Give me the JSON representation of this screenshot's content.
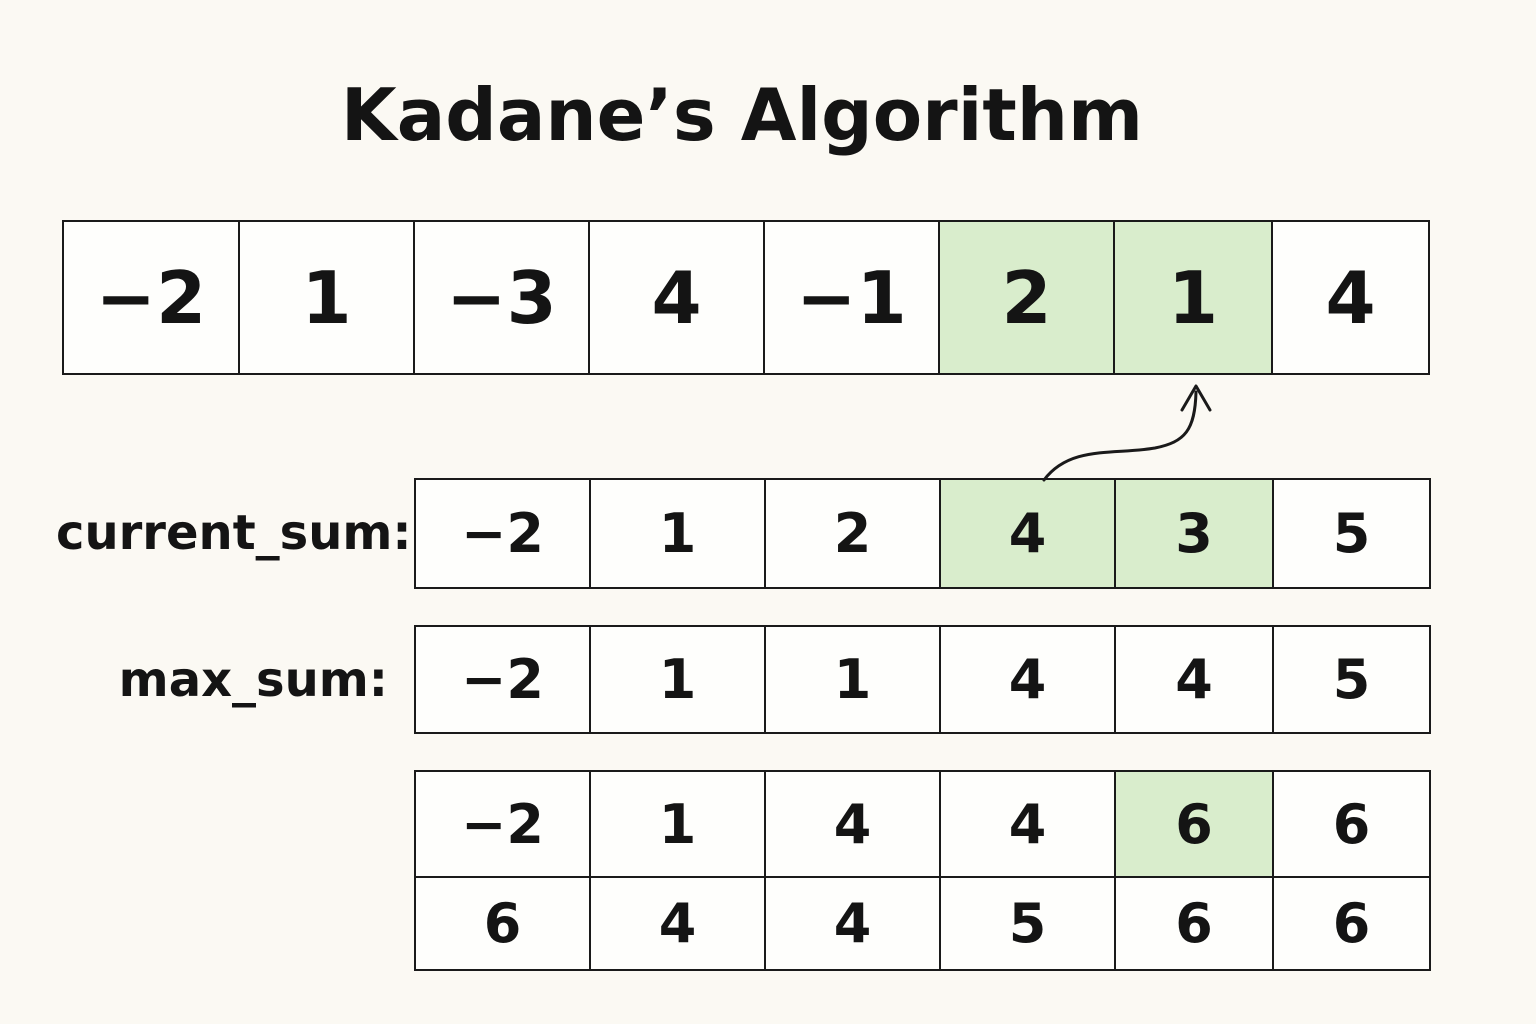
{
  "title": "Kadane’s Algorithm",
  "colors": {
    "highlight": "#d9edcc",
    "border": "#1a1a1a",
    "background": "#fbf9f3"
  },
  "array": {
    "values": [
      "−2",
      "1",
      "−3",
      "4",
      "−1",
      "2",
      "1",
      "4"
    ],
    "highlighted": [
      5,
      6
    ]
  },
  "current_sum": {
    "label": "current_sum:",
    "values": [
      "−2",
      "1",
      "2",
      "4",
      "3",
      "5"
    ],
    "highlighted": [
      3,
      4
    ]
  },
  "max_sum": {
    "label": "max_sum:",
    "values": [
      "−2",
      "1",
      "1",
      "4",
      "4",
      "5"
    ],
    "highlighted": []
  },
  "table_row_1": {
    "values": [
      "−2",
      "1",
      "4",
      "4",
      "6",
      "6"
    ],
    "highlighted": [
      4
    ]
  },
  "table_row_2": {
    "values": [
      "6",
      "4",
      "4",
      "5",
      "6",
      "6"
    ],
    "highlighted": []
  }
}
